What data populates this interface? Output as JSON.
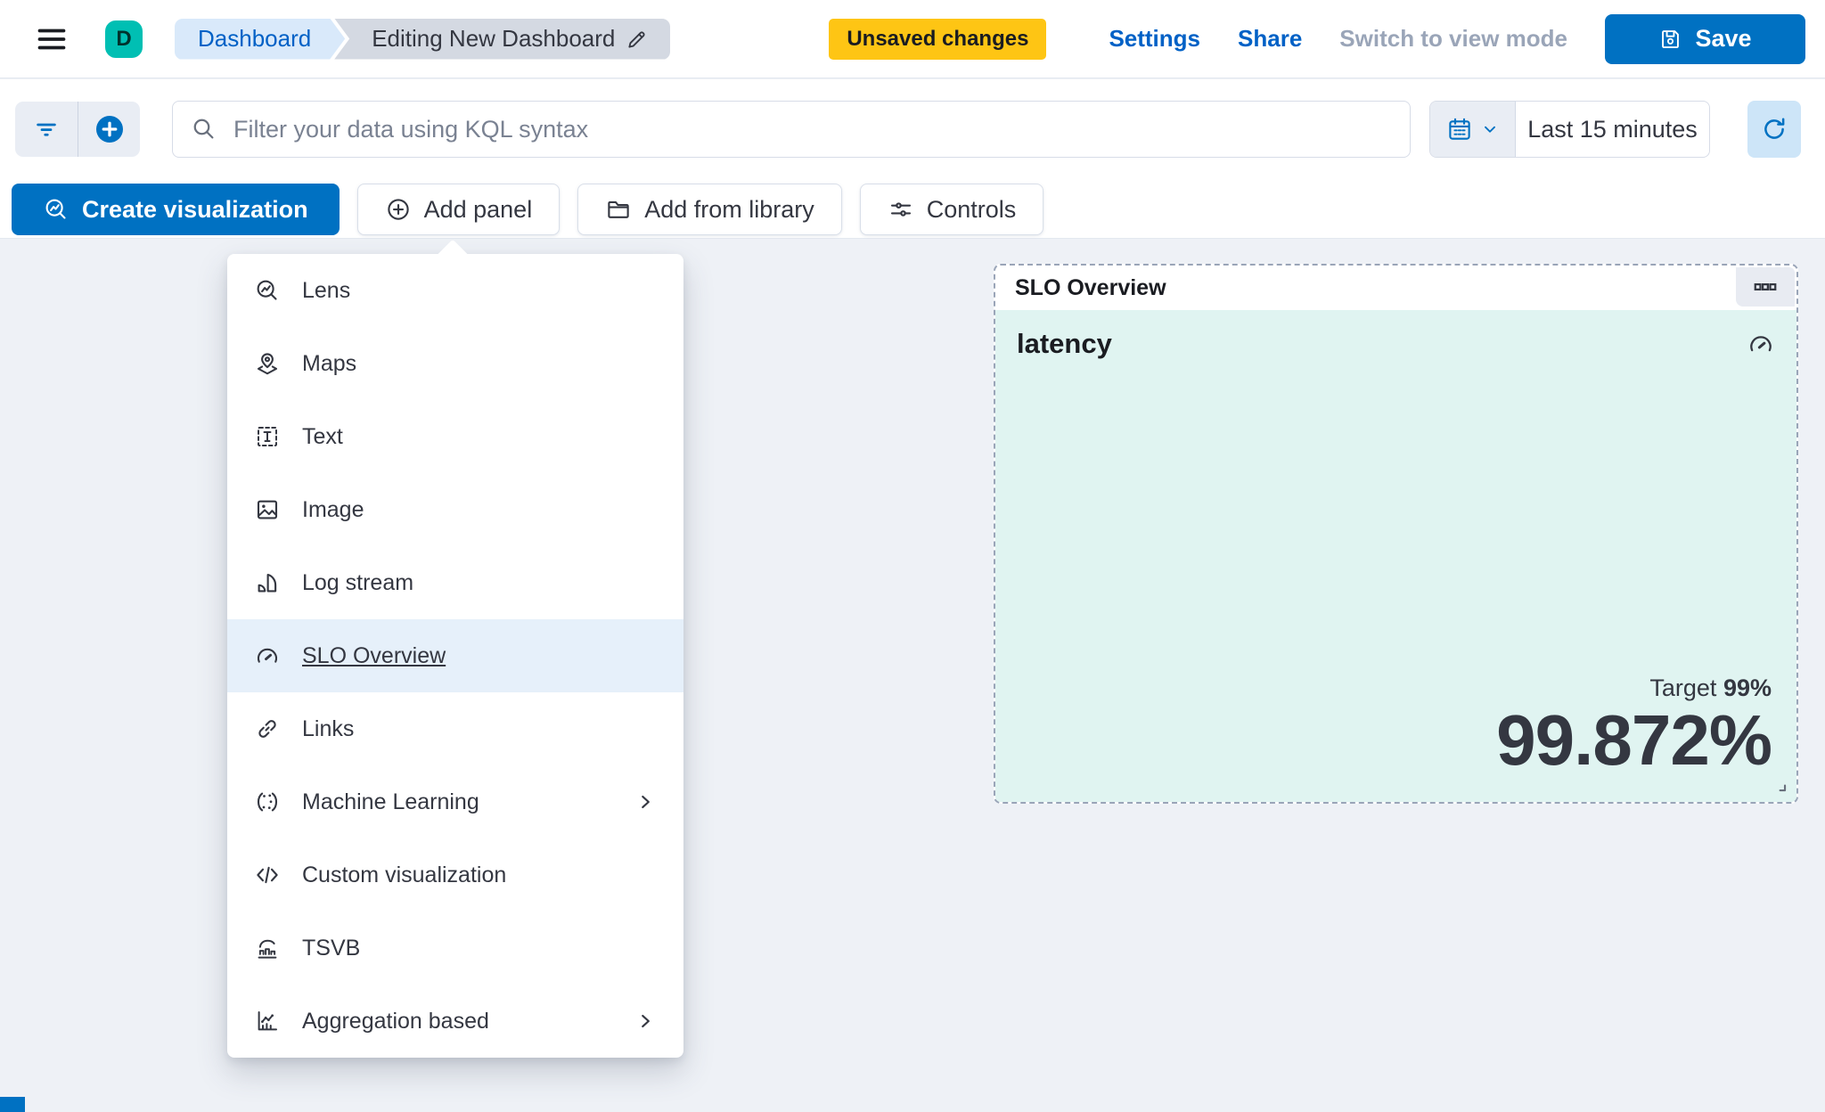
{
  "header": {
    "avatar": "D",
    "breadcrumbs": [
      {
        "label": "Dashboard"
      },
      {
        "label": "Editing New Dashboard"
      }
    ],
    "unsaved_badge": "Unsaved changes",
    "settings": "Settings",
    "share": "Share",
    "switch_view": "Switch to view mode",
    "save": "Save"
  },
  "querybar": {
    "placeholder": "Filter your data using KQL syntax",
    "time_range": "Last 15 minutes"
  },
  "toolbar": {
    "create_visualization": "Create visualization",
    "add_panel": "Add panel",
    "add_from_library": "Add from library",
    "controls": "Controls"
  },
  "menu": {
    "items": [
      {
        "label": "Lens",
        "icon": "lens-icon"
      },
      {
        "label": "Maps",
        "icon": "maps-icon"
      },
      {
        "label": "Text",
        "icon": "text-icon"
      },
      {
        "label": "Image",
        "icon": "image-icon"
      },
      {
        "label": "Log stream",
        "icon": "log-stream-icon"
      },
      {
        "label": "SLO Overview",
        "icon": "gauge-icon",
        "selected": true
      },
      {
        "label": "Links",
        "icon": "link-icon"
      },
      {
        "label": "Machine Learning",
        "icon": "machine-learning-icon",
        "submenu": true
      },
      {
        "label": "Custom visualization",
        "icon": "code-icon"
      },
      {
        "label": "TSVB",
        "icon": "tsvb-icon"
      },
      {
        "label": "Aggregation based",
        "icon": "agg-chart-icon",
        "submenu": true
      }
    ]
  },
  "panel": {
    "title": "SLO Overview",
    "slo_name": "latency",
    "target_label": "Target",
    "target_value": "99%",
    "value": "99.872%"
  },
  "colors": {
    "primary": "#0071c2",
    "accent_teal": "#00bfb3",
    "warning_badge": "#fec514",
    "panel_tint": "#e0f4f1",
    "menu_highlight": "#e6f0fa"
  }
}
